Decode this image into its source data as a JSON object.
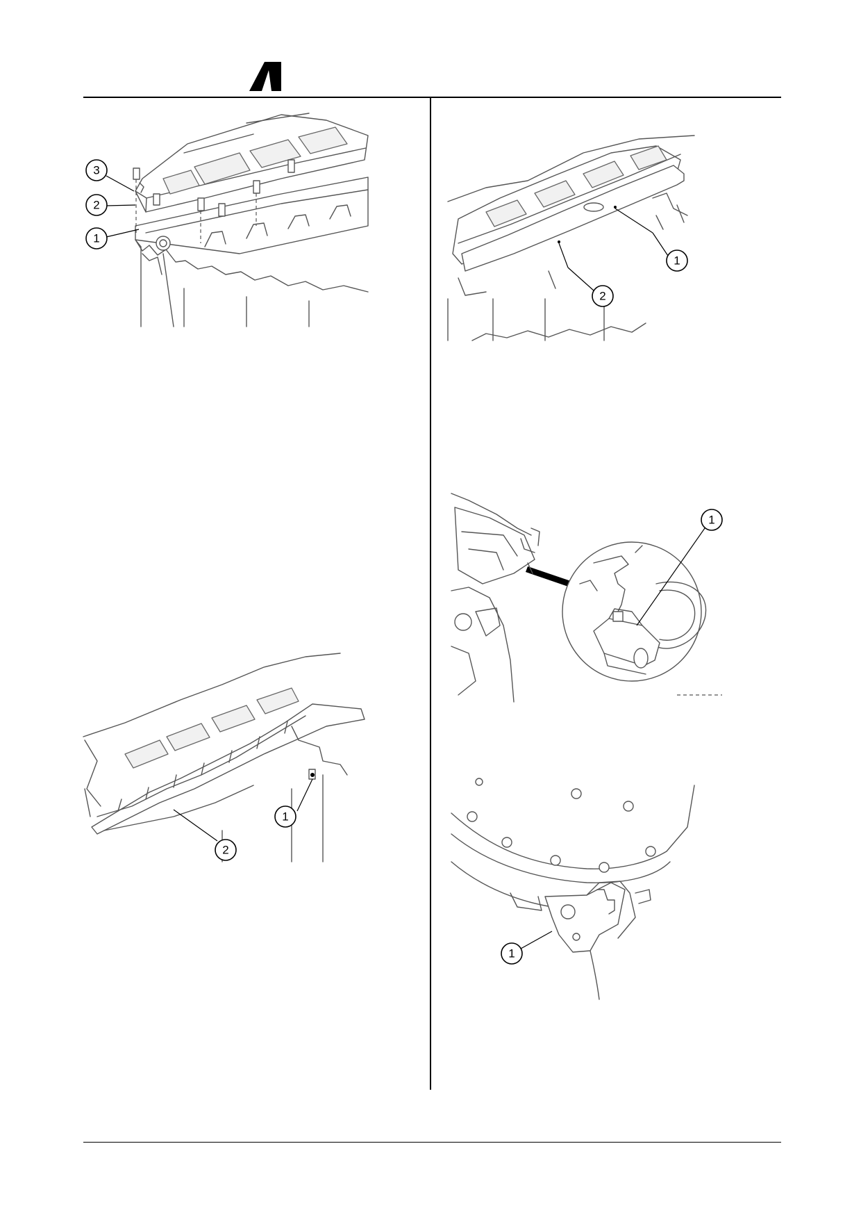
{
  "header": {
    "logo_icon": "brand-logo-icon"
  },
  "figures": [
    {
      "id": "fig-cylinder-head-cover",
      "callouts": [
        "1",
        "2",
        "3"
      ]
    },
    {
      "id": "fig-intake-cover-top",
      "callouts": [
        "1",
        "2"
      ]
    },
    {
      "id": "fig-injector-harness",
      "callouts": [
        "1",
        "2"
      ]
    },
    {
      "id": "fig-connector-detail",
      "callouts": [
        "1"
      ]
    },
    {
      "id": "fig-flywheel-sensor",
      "callouts": [
        "1"
      ]
    }
  ],
  "colors": {
    "ink": "#000000",
    "line_art": "#555555"
  }
}
